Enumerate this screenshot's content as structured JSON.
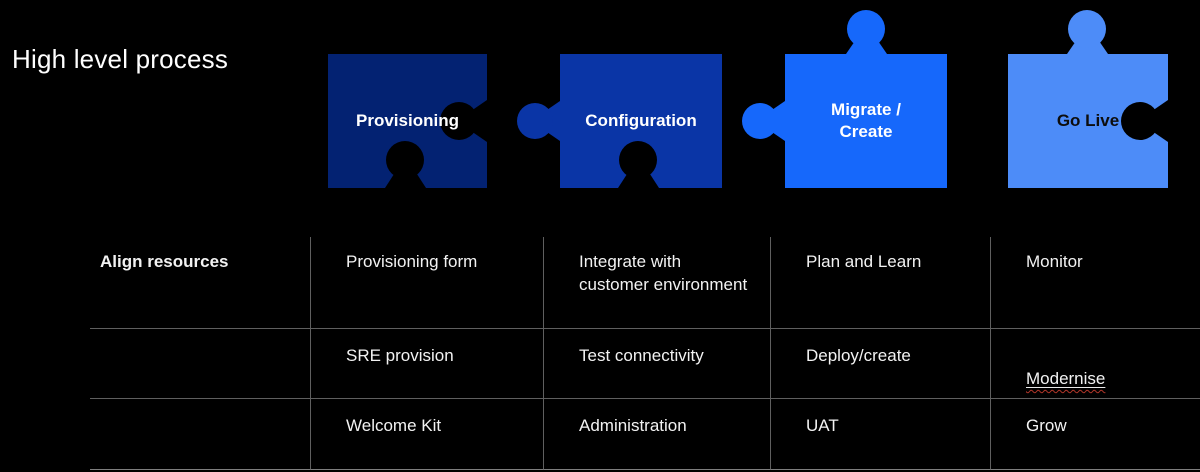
{
  "title": "High level process",
  "process_steps": [
    {
      "label": "Provisioning",
      "color": "#032272",
      "text_color": "#ffffff"
    },
    {
      "label": "Configuration",
      "color": "#0a35a6",
      "text_color": "#ffffff"
    },
    {
      "label": "Migrate /\nCreate",
      "color": "#1668fb",
      "text_color": "#ffffff"
    },
    {
      "label": "Go Live",
      "color": "#4d8cf8",
      "text_color": "#0d0d0d"
    }
  ],
  "table": {
    "row_header": "Align resources",
    "rows": [
      [
        "Provisioning form",
        "Integrate with\ncustomer environment",
        "Plan and Learn",
        "Monitor"
      ],
      [
        "SRE provision",
        "Test connectivity",
        "Deploy/create",
        "Modernise"
      ],
      [
        "Welcome Kit",
        "Administration",
        "UAT",
        "Grow"
      ]
    ]
  },
  "colors": {
    "background": "#000000",
    "grid_line": "#5f5f5f",
    "bottom_line": "#7e7e7e",
    "spellcheck_underline": "#b3362a"
  }
}
